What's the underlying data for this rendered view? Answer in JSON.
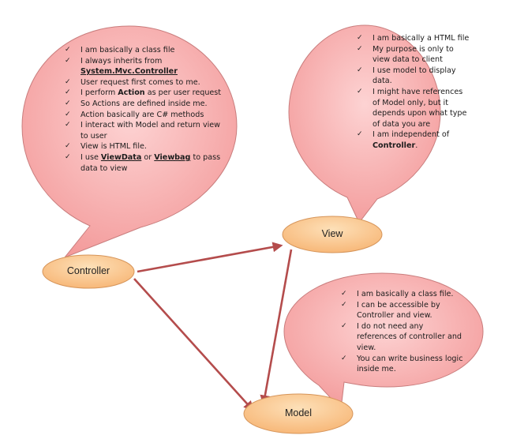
{
  "colors": {
    "bubble_fill": "#f6a4a4",
    "bubble_stroke": "#c97d7d",
    "node_fill": "#fbc68f",
    "node_stroke": "#d6955a",
    "arrow": "#b44c4c"
  },
  "bullet_icon": "check-mark-icon",
  "nodes": {
    "controller": "Controller",
    "view": "View",
    "model": "Model"
  },
  "controller_bubble": {
    "items": [
      {
        "text": "I am basically a class file"
      },
      {
        "text": "I always inherits from",
        "bold_line": "System.Mvc.Controller"
      },
      {
        "text": "User request first comes to me."
      },
      {
        "pre": "I perform ",
        "bold": "Action",
        "post": " as per user request"
      },
      {
        "text": "So Actions are defined inside me."
      },
      {
        "text": "Action basically are C# methods"
      },
      {
        "text": "I interact with  Model and return view to user"
      },
      {
        "text": "View is HTML file."
      },
      {
        "pre": " I  use ",
        "bold": "ViewData",
        "mid": " or ",
        "bold2": "Viewbag",
        "post": "  to pass data to view"
      }
    ]
  },
  "view_bubble": {
    "items": [
      {
        "text": "I am basically a HTML file"
      },
      {
        "text": "My purpose is only to view data to client"
      },
      {
        "text": "I use model to display data."
      },
      {
        "text": "I might have references of Model only, but it depends upon what type of data you are"
      },
      {
        "pre": "I am independent of ",
        "bold": "Controller",
        "post": "."
      }
    ]
  },
  "model_bubble": {
    "items": [
      {
        "text": "I am basically a class file."
      },
      {
        "text": "I can be accessible by Controller and view."
      },
      {
        "text": "I do not need any references of controller and view."
      },
      {
        "text": "You can write business logic inside me."
      }
    ]
  }
}
